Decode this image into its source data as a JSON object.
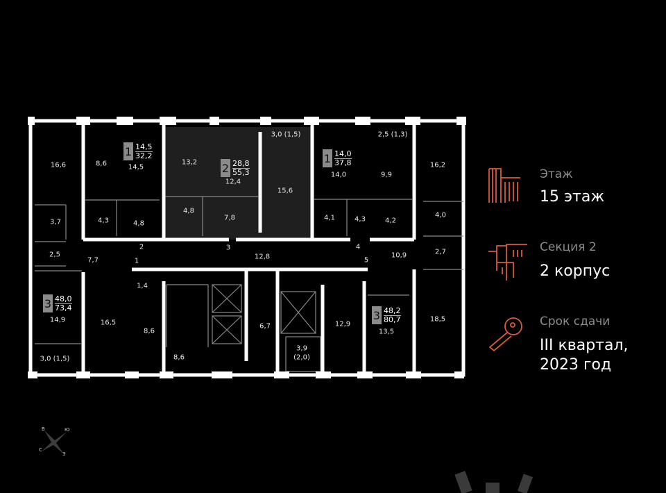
{
  "plan": {
    "rooms": [
      "16,6",
      "8,6",
      "14,5",
      "13,2",
      "12,4",
      "3,0 (1,5)",
      "15,6",
      "14,0",
      "2,5 (1,3)",
      "9,9",
      "16,2",
      "3,7",
      "4,3",
      "4,8",
      "4,8",
      "7,8",
      "4,1",
      "4,3",
      "4,2",
      "4,0",
      "2",
      "3",
      "4",
      "5",
      "12,8",
      "10,9",
      "2,5",
      "7,7",
      "1",
      "2,7",
      "1,4",
      "16,5",
      "8,6",
      "8,6",
      "6,7",
      "12,9",
      "3,9",
      "(2,0)",
      "13,5",
      "18,5",
      "14,9",
      "3,0 (1,5)"
    ],
    "apartments": [
      {
        "rooms": "1",
        "living": "14,5",
        "total": "32,2"
      },
      {
        "rooms": "2",
        "living": "28,8",
        "total": "55,3"
      },
      {
        "rooms": "1",
        "living": "14,0",
        "total": "37,8"
      },
      {
        "rooms": "3",
        "living": "48,0",
        "total": "73,4"
      },
      {
        "rooms": "3",
        "living": "48,2",
        "total": "80,7"
      }
    ]
  },
  "info": {
    "floor_label": "Этаж",
    "floor_value": "15 этаж",
    "section_label": "Секция 2",
    "section_value": "2 корпус",
    "deadline_label": "Срок сдачи",
    "deadline_value_1": "III квартал,",
    "deadline_value_2": "2023 год"
  },
  "compass": {
    "n": "В",
    "e": "Ю",
    "s": "З",
    "w": "С"
  },
  "colors": {
    "accent": "#d9593b",
    "wall": "#ffffff",
    "highlight": "#1f1f1f"
  }
}
